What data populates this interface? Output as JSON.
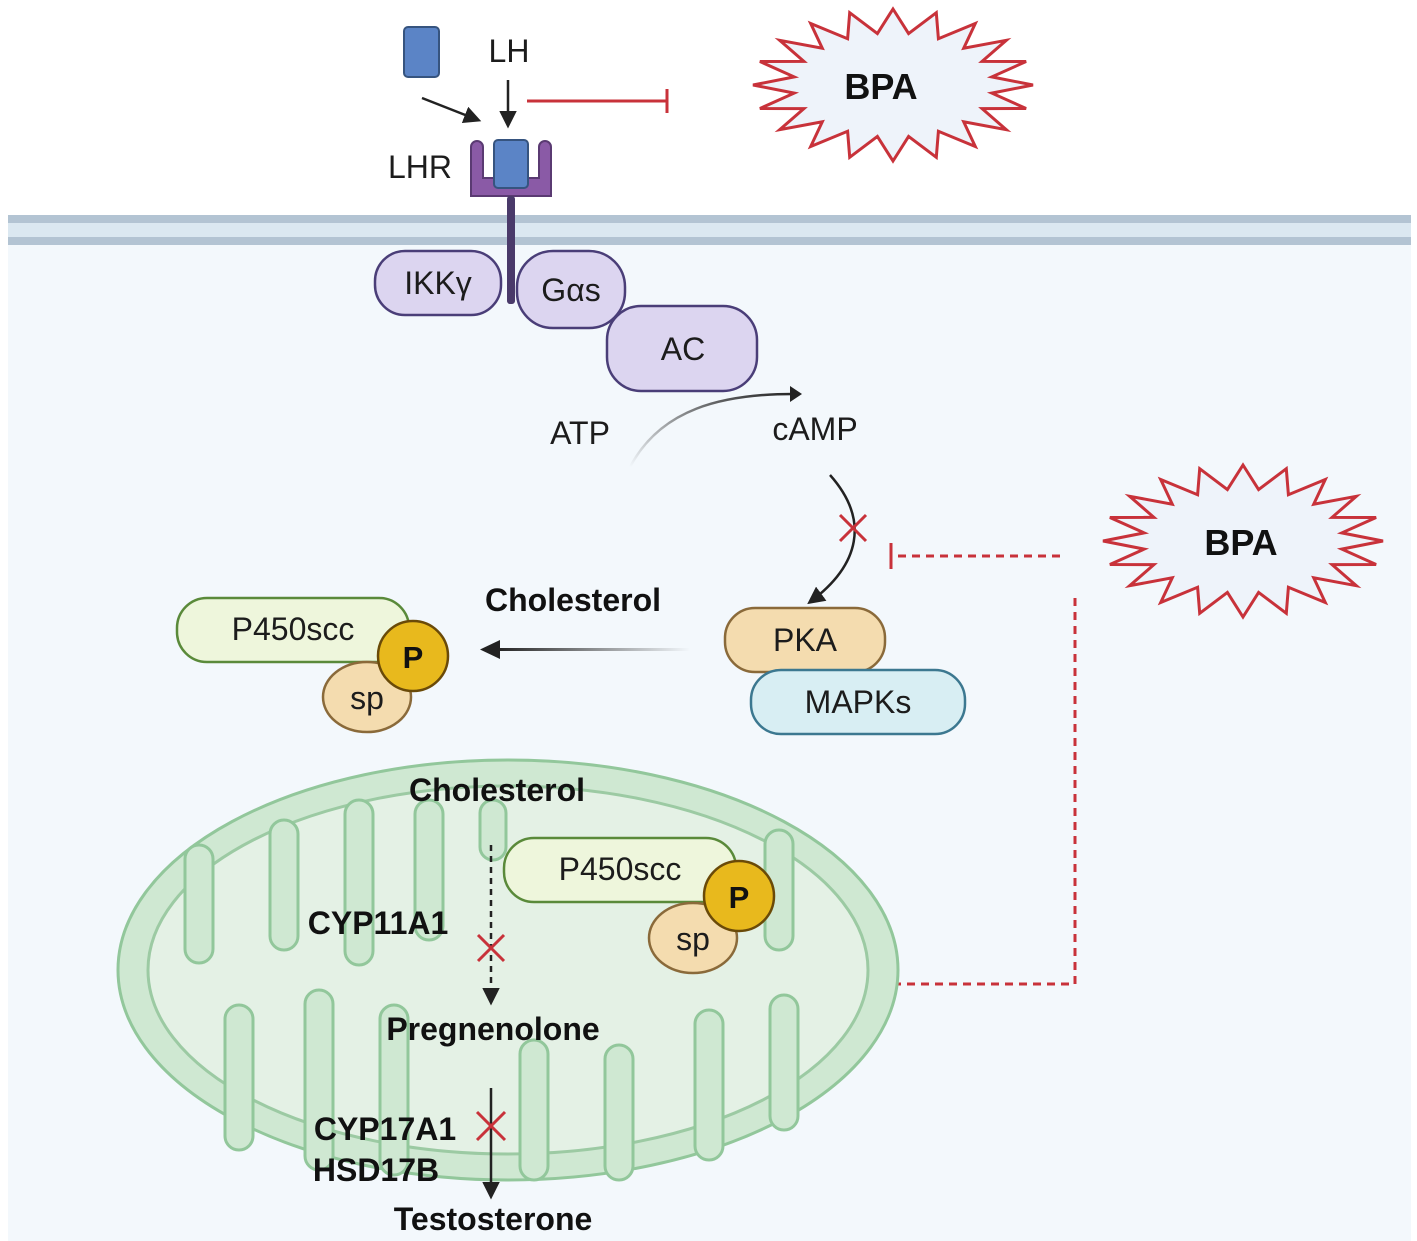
{
  "receptor": {
    "ligand_label": "LH",
    "receptor_label": "LHR"
  },
  "toxicant": {
    "top_label": "BPA",
    "side_label": "BPA"
  },
  "membrane_proteins": {
    "ikk_label": "IKKγ",
    "gas_label": "Gαs",
    "ac_label": "AC"
  },
  "second_messenger": {
    "atp_label": "ATP",
    "camp_label": "cAMP"
  },
  "kinases": {
    "pka_label": "PKA",
    "mapk_label": "MAPKs"
  },
  "cytosol": {
    "cholesterol_label": "Cholesterol",
    "p450_label": "P450scc",
    "phospho_label": "P",
    "sp_label": "sp"
  },
  "mitochondrion": {
    "cholesterol_label": "Cholesterol",
    "p450_label": "P450scc",
    "phospho_label": "P",
    "sp_label": "sp",
    "enzyme1_label": "CYP11A1",
    "product1_label": "Pregnenolone",
    "enzyme2a_label": "CYP17A1",
    "enzyme2b_label": "HSD17B",
    "product2_label": "Testosterone"
  },
  "colors": {
    "cell_bg": "#f3f8fc",
    "membrane": "#b3c4d3",
    "receptor_purple": "#8a5aa6",
    "ligand_blue": "#5b84c6",
    "protein_lilac": "#dcd5f0",
    "inhibit_red": "#c8323a",
    "pka_tan": "#f4dcaf",
    "mapk_blue": "#d8eef3",
    "p450_green": "#eef6dc",
    "phospho_yellow": "#e8b91d",
    "mito_green": "#cfe8d2"
  }
}
